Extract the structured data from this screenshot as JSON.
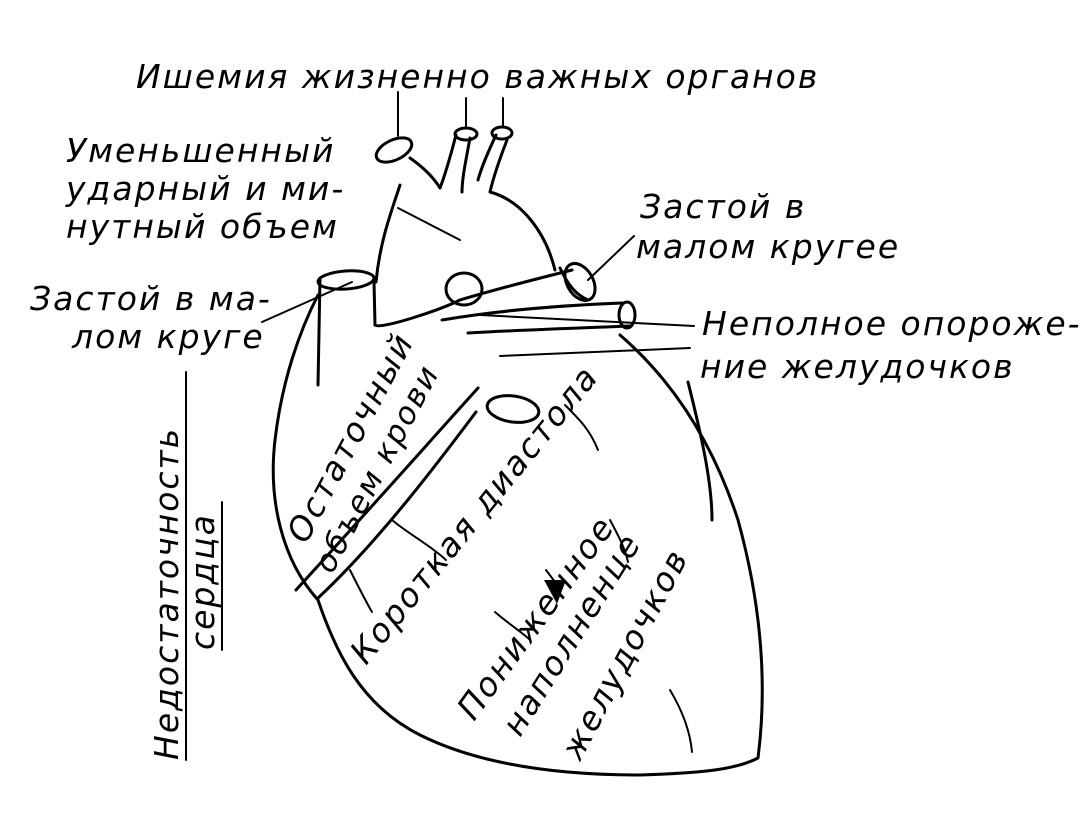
{
  "labels": {
    "ischemia": "Ишемия жизненно важных органов",
    "stroke_volume_1": "Уменьшенный",
    "stroke_volume_2": "ударный и ми-",
    "stroke_volume_3": "нутный объем",
    "congestion_right_1": "Застой в",
    "congestion_right_2": "малом кругее",
    "congestion_left_1": "Застой в ма-",
    "congestion_left_2": "лом круге",
    "emptying_1": "Неполное опороже-",
    "emptying_2": "ние желудочков",
    "insufficiency_1": "Недостаточность",
    "insufficiency_2": "сердца",
    "residual_1": "Остаточный",
    "residual_2": "объем крови",
    "diastole": "Короткая диастола",
    "filling_1": "Пониженное",
    "filling_2": "наполненце",
    "filling_3": "желудочков"
  },
  "colors": {
    "ink": "#000000",
    "paper": "#ffffff"
  }
}
